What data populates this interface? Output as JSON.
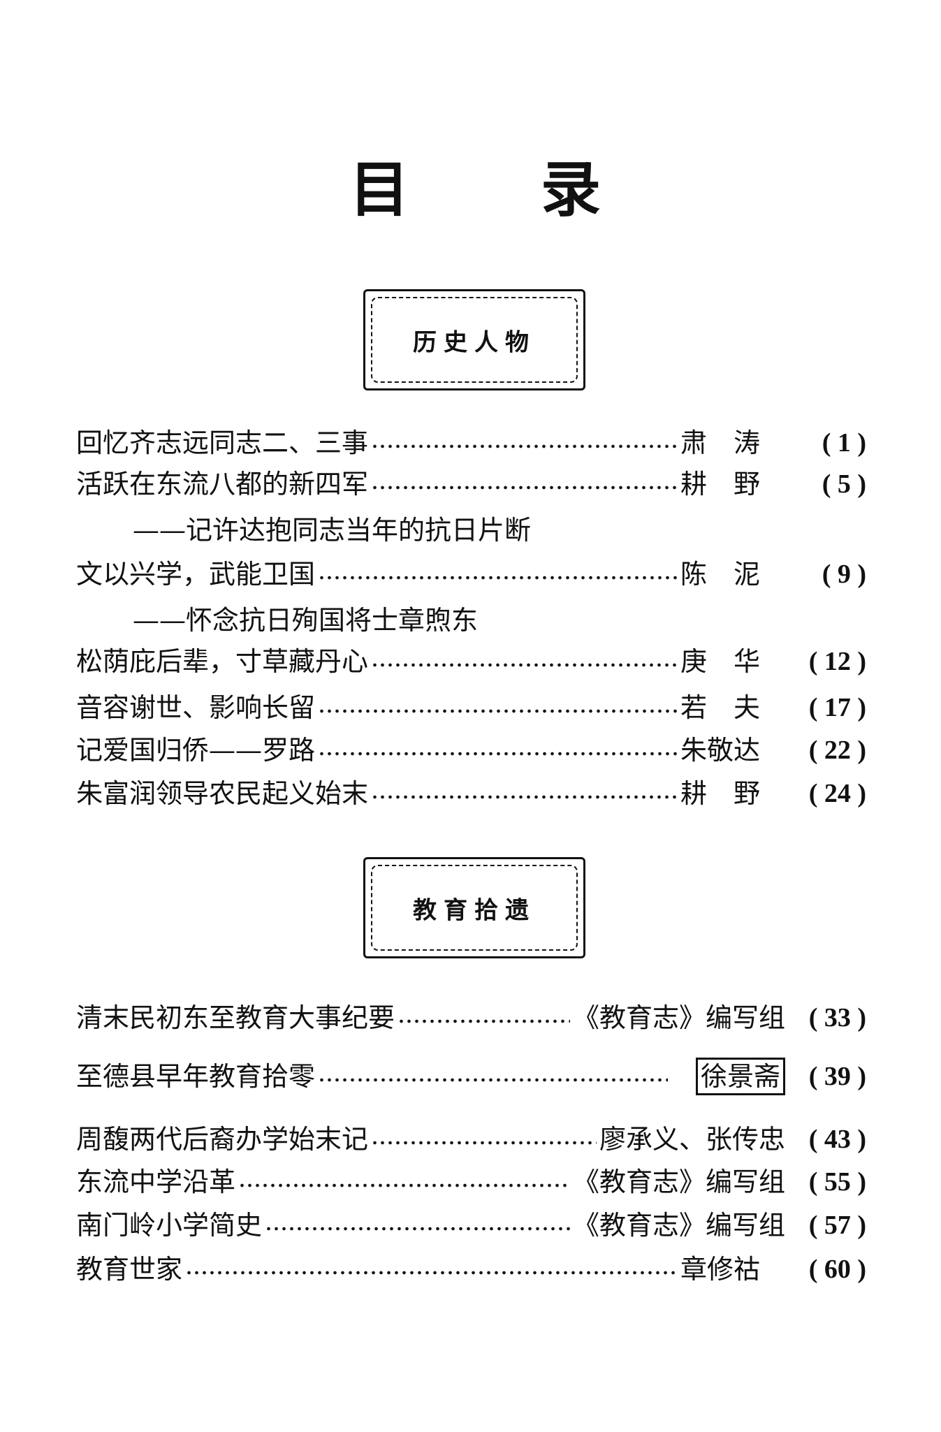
{
  "title": [
    "目",
    "录"
  ],
  "sections": [
    {
      "heading": "历史人物",
      "entries": [
        {
          "title": "回忆齐志远同志二、三事",
          "author": "肃　涛",
          "page": "( 1 )"
        },
        {
          "title": "活跃在东流八都的新四军",
          "author": "耕　野",
          "page": "( 5 )",
          "subtitle": "——记许达抱同志当年的抗日片断"
        },
        {
          "title": "文以兴学，武能卫国",
          "author": "陈　泥",
          "page": "( 9 )",
          "subtitle": "——怀念抗日殉国将士章煦东"
        },
        {
          "title": "松荫庇后辈，寸草藏丹心",
          "author": "庚　华",
          "page": "( 12 )"
        },
        {
          "title": "音容谢世、影响长留",
          "author": "若　夫",
          "page": "( 17 )"
        },
        {
          "title": "记爱国归侨——罗路",
          "author": "朱敬达",
          "page": "( 22 )"
        },
        {
          "title": "朱富润领导农民起义始末",
          "author": "耕　野",
          "page": "( 24 )"
        }
      ]
    },
    {
      "heading": "教育拾遗",
      "entries": [
        {
          "title": "清末民初东至教育大事纪要",
          "author": "《教育志》编写组",
          "page": "( 33 )"
        },
        {
          "title": "至德县早年教育拾零",
          "author": "徐景斋",
          "page": "( 39 )"
        },
        {
          "title": "周馥两代后裔办学始末记",
          "author": "廖承义、张传忠",
          "page": "( 43 )"
        },
        {
          "title": "东流中学沿革",
          "author": "《教育志》编写组",
          "page": "( 55 )"
        },
        {
          "title": "南门岭小学简史",
          "author": "《教育志》编写组",
          "page": "( 57 )"
        },
        {
          "title": "教育世家",
          "author": "章修祜",
          "page": "( 60 )"
        }
      ]
    }
  ]
}
